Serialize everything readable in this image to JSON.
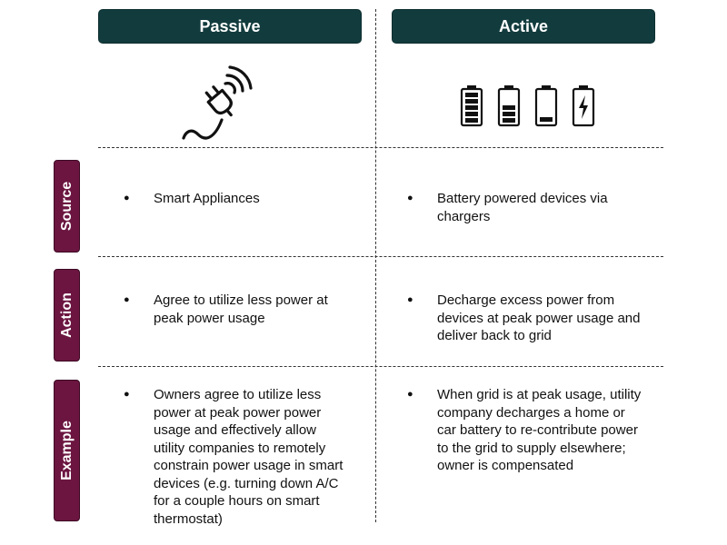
{
  "colors": {
    "header_bg": "#123b3d",
    "label_bg": "#6b1540"
  },
  "columns": {
    "passive": "Passive",
    "active": "Active"
  },
  "icons": {
    "passive": "smart-plug-wireless-icon",
    "active": [
      "battery-full-icon",
      "battery-medium-icon",
      "battery-low-icon",
      "battery-charging-icon"
    ]
  },
  "bullet": "●",
  "rows": {
    "source": {
      "label": "Source",
      "passive": "Smart Appliances",
      "active": "Battery powered devices via chargers"
    },
    "action": {
      "label": "Action",
      "passive": "Agree to utilize less power at peak power usage",
      "active": "Decharge excess power from devices at peak power usage and deliver back to grid"
    },
    "example": {
      "label": "Example",
      "passive": "Owners agree to utilize less power at peak power power usage and effectively allow utility companies to remotely constrain power usage in smart devices (e.g. turning down A/C for a couple hours on smart thermostat)",
      "active": "When grid is at peak usage, utility company decharges a home or car battery to re-contribute power to the grid to supply elsewhere; owner is compensated"
    }
  }
}
